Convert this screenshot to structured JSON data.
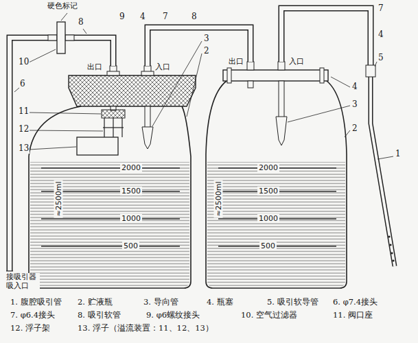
{
  "diagram": {
    "nodes": [
      {
        "text": [
          "2000",
          "1500",
          "1000",
          "500",
          "≈2500ml"
        ]
      },
      {
        "text": [
          "2000",
          "1500",
          "1000",
          "500",
          "≈2500ml"
        ]
      }
    ],
    "edges": [
      {
        "from": 0,
        "to": 1,
        "arrow": "none"
      }
    ],
    "labels": [
      "硬色标记",
      "8",
      "9",
      "4",
      "7",
      "8",
      "3",
      "2",
      "10",
      "6",
      "11",
      "12",
      "13",
      "出口",
      "入口",
      "接吸引器 吸入口",
      "出口",
      "入口",
      "7",
      "4",
      "5",
      "4",
      "3",
      "2",
      "1",
      "1. 腹腔吸引管",
      "2. 贮液瓶",
      "3. 导向管",
      "4. 瓶塞",
      "5. 吸引软导管",
      "6. φ7.4接头",
      "7. φ6.4接头",
      "8. 吸引软管",
      "9. φ6螺纹接头",
      "10. 空气过滤器",
      "11. 阀口座",
      "12. 浮子架",
      "13. 浮子（溢流装置：11、12、13）"
    ]
  }
}
